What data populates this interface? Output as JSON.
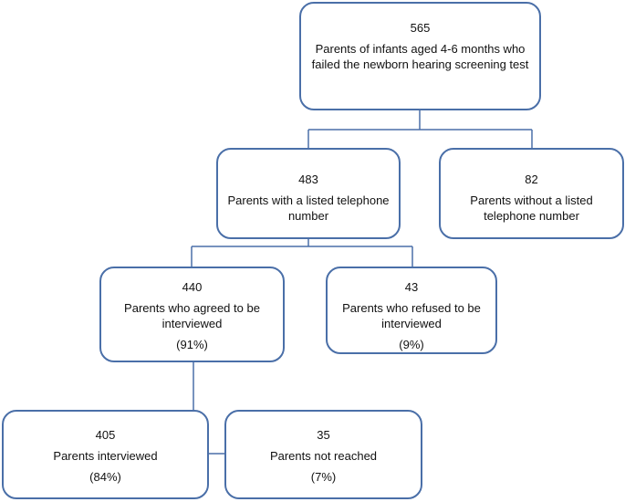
{
  "nodes": {
    "root": {
      "count": "565",
      "desc": "Parents of infants aged 4-6 months who failed the newborn hearing screening test"
    },
    "listed": {
      "count": "483",
      "desc": "Parents with a listed telephone number"
    },
    "not_listed": {
      "count": "82",
      "desc": "Parents without a listed telephone number"
    },
    "agreed": {
      "count": "440",
      "desc": "Parents who agreed to be interviewed",
      "pct": "(91%)"
    },
    "refused": {
      "count": "43",
      "desc": "Parents who refused to be interviewed",
      "pct": "(9%)"
    },
    "interviewed": {
      "count": "405",
      "desc": "Parents interviewed",
      "pct": "(84%)"
    },
    "not_reached": {
      "count": "35",
      "desc": "Parents not reached",
      "pct": "(7%)"
    }
  },
  "colors": {
    "border": "#4a6fa8",
    "connector": "#4a6fa8",
    "text": "#111111"
  }
}
